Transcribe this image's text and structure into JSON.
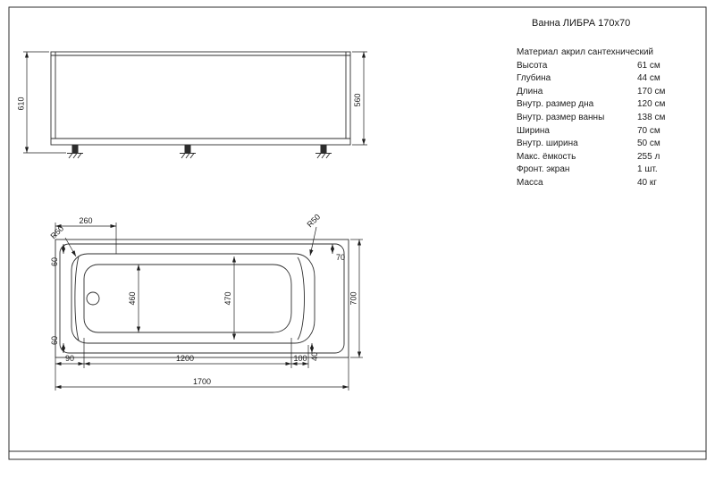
{
  "title": "Ванна ЛИБРА 170x70",
  "specs": [
    {
      "label": "Материал",
      "value": "акрил сантехнический"
    },
    {
      "label": "Высота",
      "value": "61 см"
    },
    {
      "label": "Глубина",
      "value": "44 см"
    },
    {
      "label": "Длина",
      "value": "170 см"
    },
    {
      "label": "Внутр. размер дна",
      "value": "120 см"
    },
    {
      "label": "Внутр. размер ванны",
      "value": "138 см"
    },
    {
      "label": "Ширина",
      "value": "70 см"
    },
    {
      "label": "Внутр. ширина",
      "value": "50 см"
    },
    {
      "label": "Макс. ёмкость",
      "value": "255 л"
    },
    {
      "label": "Фронт. экран",
      "value": "1 шт."
    },
    {
      "label": "Масса",
      "value": "40 кг"
    }
  ],
  "front_view": {
    "height_total": "610",
    "height_panel": "560"
  },
  "plan_view": {
    "top_offset": "260",
    "radius_top_left": "R50",
    "radius_top_right": "R50",
    "edge_top_left": "60",
    "edge_top_right": "70",
    "inner_width_left": "460",
    "inner_width_right": "470",
    "edge_bottom_left": "60",
    "bottom_left": "90",
    "bottom_floor": "1200",
    "bottom_right": "100",
    "corner_bottom_right": "40",
    "overall_width": "700",
    "overall_length": "1700"
  }
}
